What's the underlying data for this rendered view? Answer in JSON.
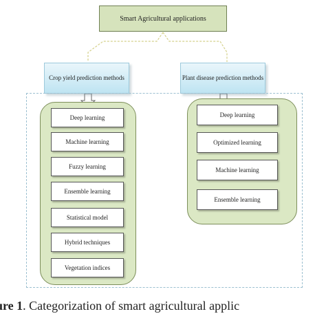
{
  "root": {
    "label": "Smart Agricultural applications"
  },
  "categories": [
    {
      "label": "Crop yield prediction methods",
      "items": [
        "Deep learning",
        "Machine learning",
        "Fuzzy learning",
        "Ensemble learning",
        "Statistical model",
        "Hybrid techniques",
        "Vegetation indices"
      ]
    },
    {
      "label": "Plant disease prediction methods",
      "items": [
        "Deep learning",
        "Optimized learning",
        "Machine learning",
        "Ensemble learning"
      ]
    }
  ],
  "caption": {
    "figure_label": "ure 1",
    "text": ". Categorization of smart agricultural applic"
  },
  "colors": {
    "root_fill": "#d6e3bc",
    "category_fill": "#bfe4f2",
    "group_fill": "#dbe8c4",
    "connector": "#d4d08a"
  }
}
